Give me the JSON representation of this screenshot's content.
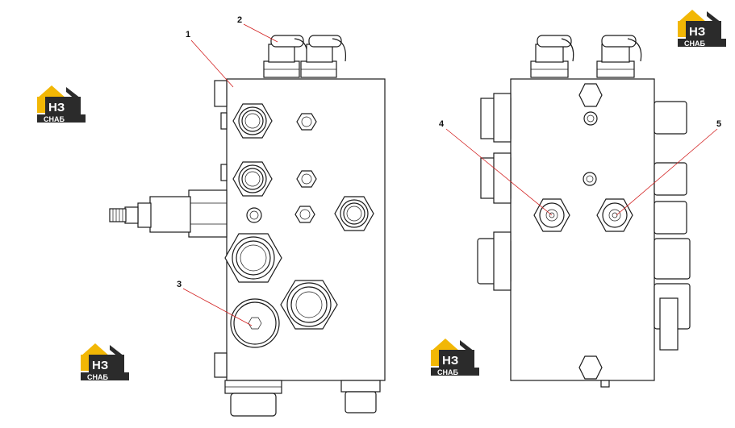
{
  "callouts": [
    {
      "id": "1",
      "label": "1"
    },
    {
      "id": "2",
      "label": "2"
    },
    {
      "id": "3",
      "label": "3"
    },
    {
      "id": "4",
      "label": "4"
    },
    {
      "id": "5",
      "label": "5"
    }
  ],
  "logo": {
    "mark": "НЗ",
    "word": "СНАБ"
  },
  "colors": {
    "leader": "#d21f1f",
    "logo_yellow": "#f2b705",
    "logo_dark": "#2b2b2b",
    "line": "#1a1a1a"
  }
}
